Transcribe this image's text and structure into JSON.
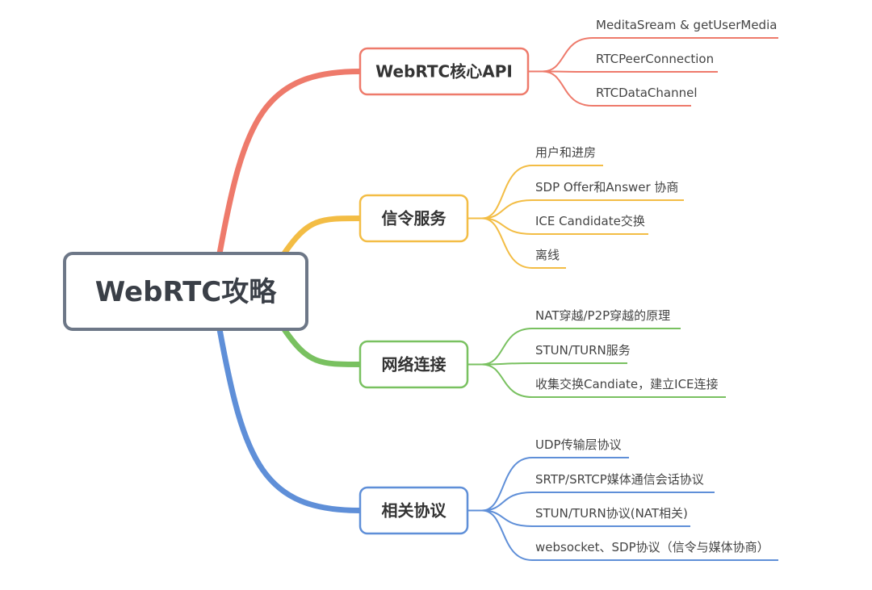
{
  "root": {
    "label": "WebRTC攻略"
  },
  "branches": [
    {
      "label": "WebRTC核心API",
      "color": "#ee7a6b",
      "children": [
        "MeditaSream & getUserMedia",
        "RTCPeerConnection",
        "RTCDataChannel"
      ]
    },
    {
      "label": "信令服务",
      "color": "#f3bd45",
      "children": [
        "用户和进房",
        "SDP Offer和Answer 协商",
        "ICE Candidate交换",
        "离线"
      ]
    },
    {
      "label": "网络连接",
      "color": "#79c160",
      "children": [
        "NAT穿越/P2P穿越的原理",
        "STUN/TURN服务",
        "收集交换Candiate，建立ICE连接"
      ]
    },
    {
      "label": "相关协议",
      "color": "#5f8fd8",
      "children": [
        "UDP传输层协议",
        "SRTP/SRTCP媒体通信会话协议",
        "STUN/TURN协议(NAT相关)",
        "websocket、SDP协议（信令与媒体协商）"
      ]
    }
  ]
}
